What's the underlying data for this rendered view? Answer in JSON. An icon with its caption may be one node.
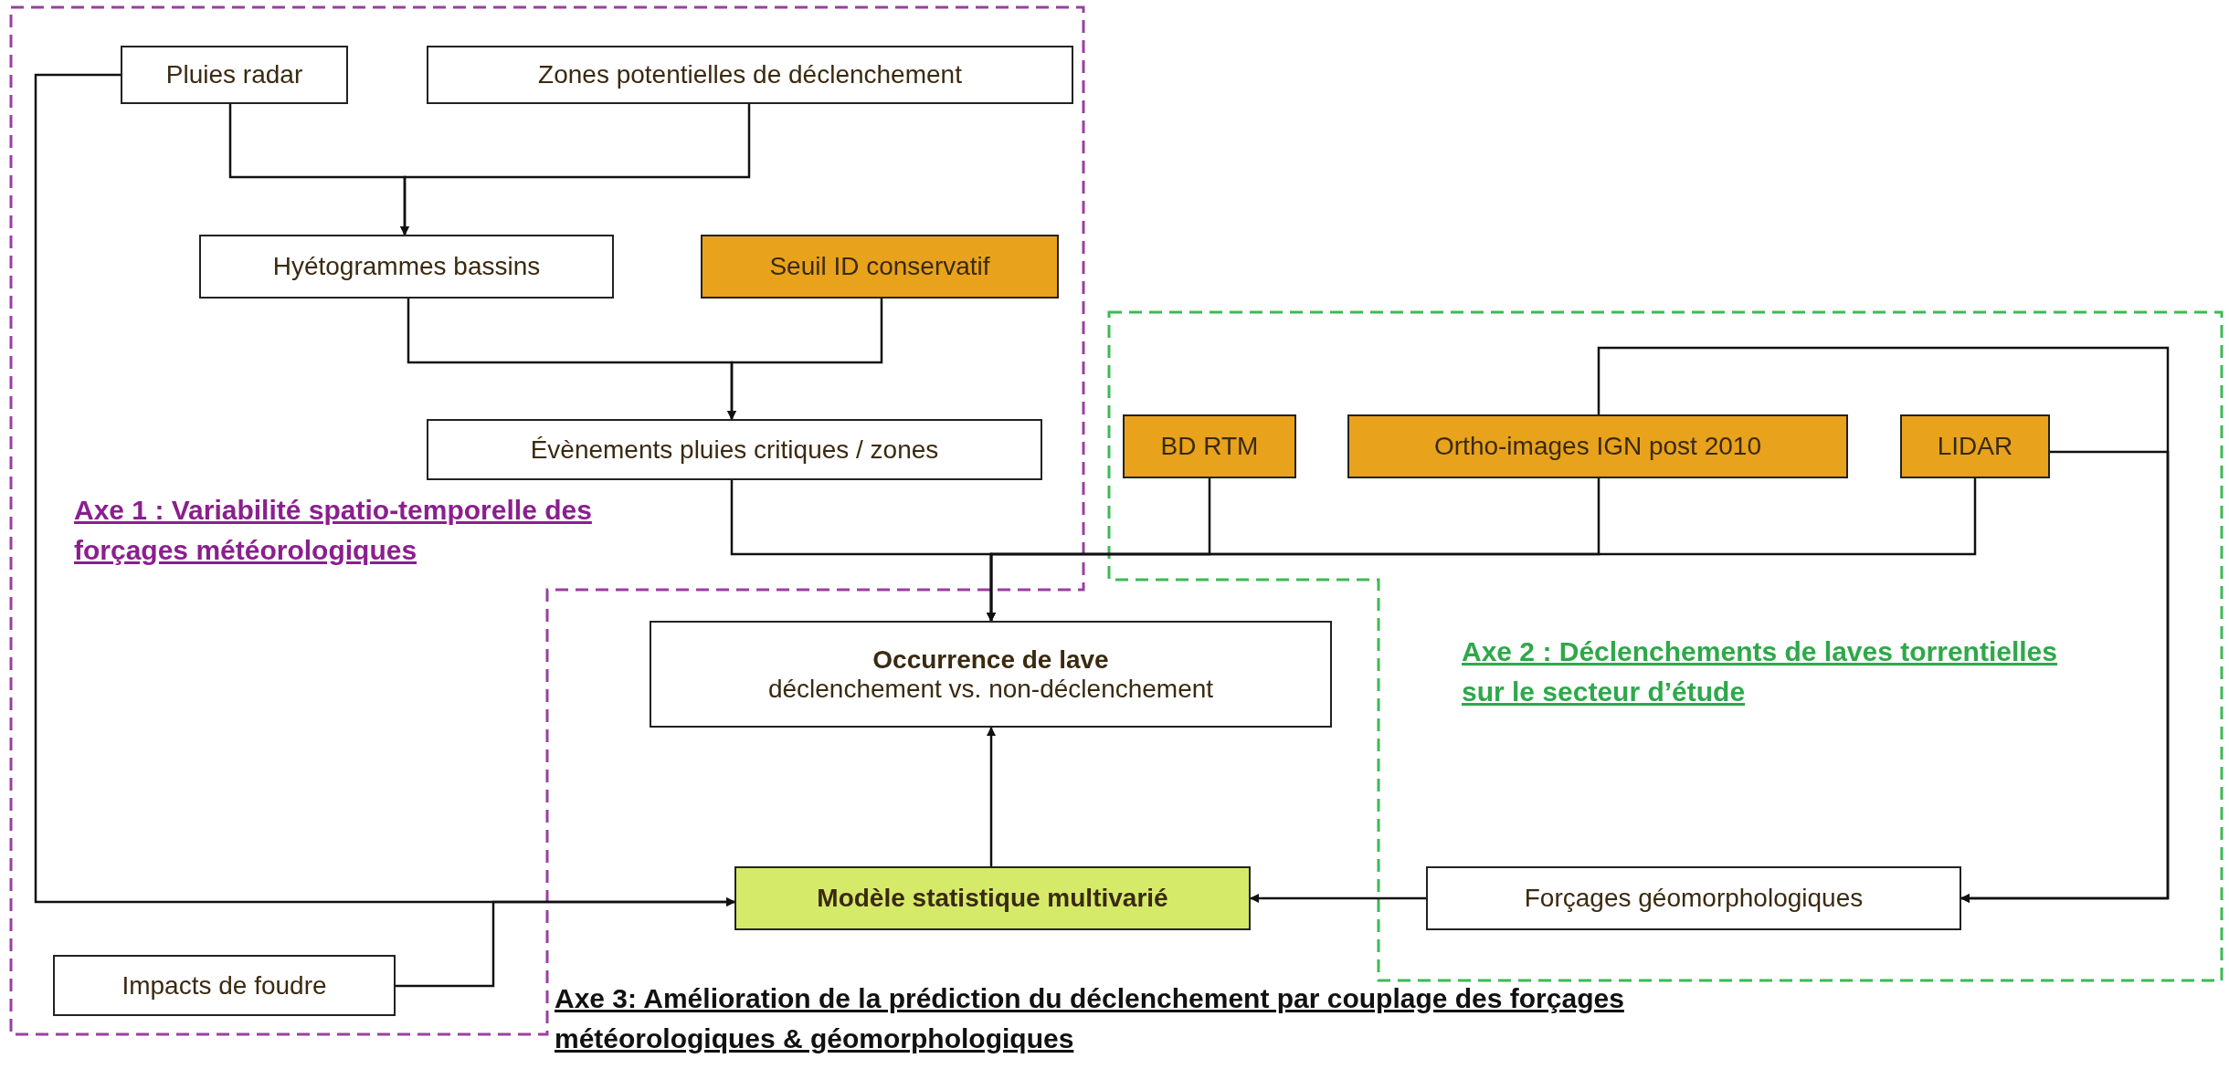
{
  "diagram": {
    "nodes": [
      {
        "text": [
          "Pluies radar"
        ]
      },
      {
        "text": [
          "Zones potentielles de déclenchement"
        ]
      },
      {
        "text": [
          "Hyétogrammes bassins"
        ]
      },
      {
        "text": [
          "Seuil ID conservatif"
        ]
      },
      {
        "text": [
          "Évènements pluies critiques / zones"
        ]
      },
      {
        "text": [
          "BD RTM"
        ]
      },
      {
        "text": [
          "Ortho-images IGN post 2010"
        ]
      },
      {
        "text": [
          "LIDAR"
        ]
      },
      {
        "text": [
          "Occurrence de lave",
          "déclenchement vs. non-déclenchement"
        ]
      },
      {
        "text": [
          "Modèle statistique multivarié"
        ]
      },
      {
        "text": [
          "Forçages géomorphologiques"
        ]
      },
      {
        "text": [
          "Impacts de foudre"
        ]
      }
    ],
    "edges": [
      {
        "from": 0,
        "to": 2,
        "arrow": "to"
      },
      {
        "from": 1,
        "to": 2,
        "arrow": "to"
      },
      {
        "from": 2,
        "to": 4,
        "arrow": "to"
      },
      {
        "from": 3,
        "to": 4,
        "arrow": "to"
      },
      {
        "from": 4,
        "to": 8,
        "arrow": "to"
      },
      {
        "from": 5,
        "to": 8,
        "arrow": "to"
      },
      {
        "from": 6,
        "to": 8,
        "arrow": "to"
      },
      {
        "from": 7,
        "to": 8,
        "arrow": "to"
      },
      {
        "from": 0,
        "to": 9,
        "arrow": "to"
      },
      {
        "from": 11,
        "to": 9,
        "arrow": "to"
      },
      {
        "from": 9,
        "to": 8,
        "arrow": "to"
      },
      {
        "from": 10,
        "to": 9,
        "arrow": "to"
      },
      {
        "from": 7,
        "to": 10,
        "arrow": "to"
      },
      {
        "from": 6,
        "to": 10,
        "arrow": "to"
      }
    ],
    "labels": [
      "Axe 1 : Variabilité spatio-temporelle des forçages météorologiques",
      "Axe 2 : Déclenchements de laves torrentielles sur le secteur d’étude",
      "Axe 3: Amélioration de la prédiction du déclenchement par couplage des forçages météorologiques & géomorphologiques"
    ]
  }
}
